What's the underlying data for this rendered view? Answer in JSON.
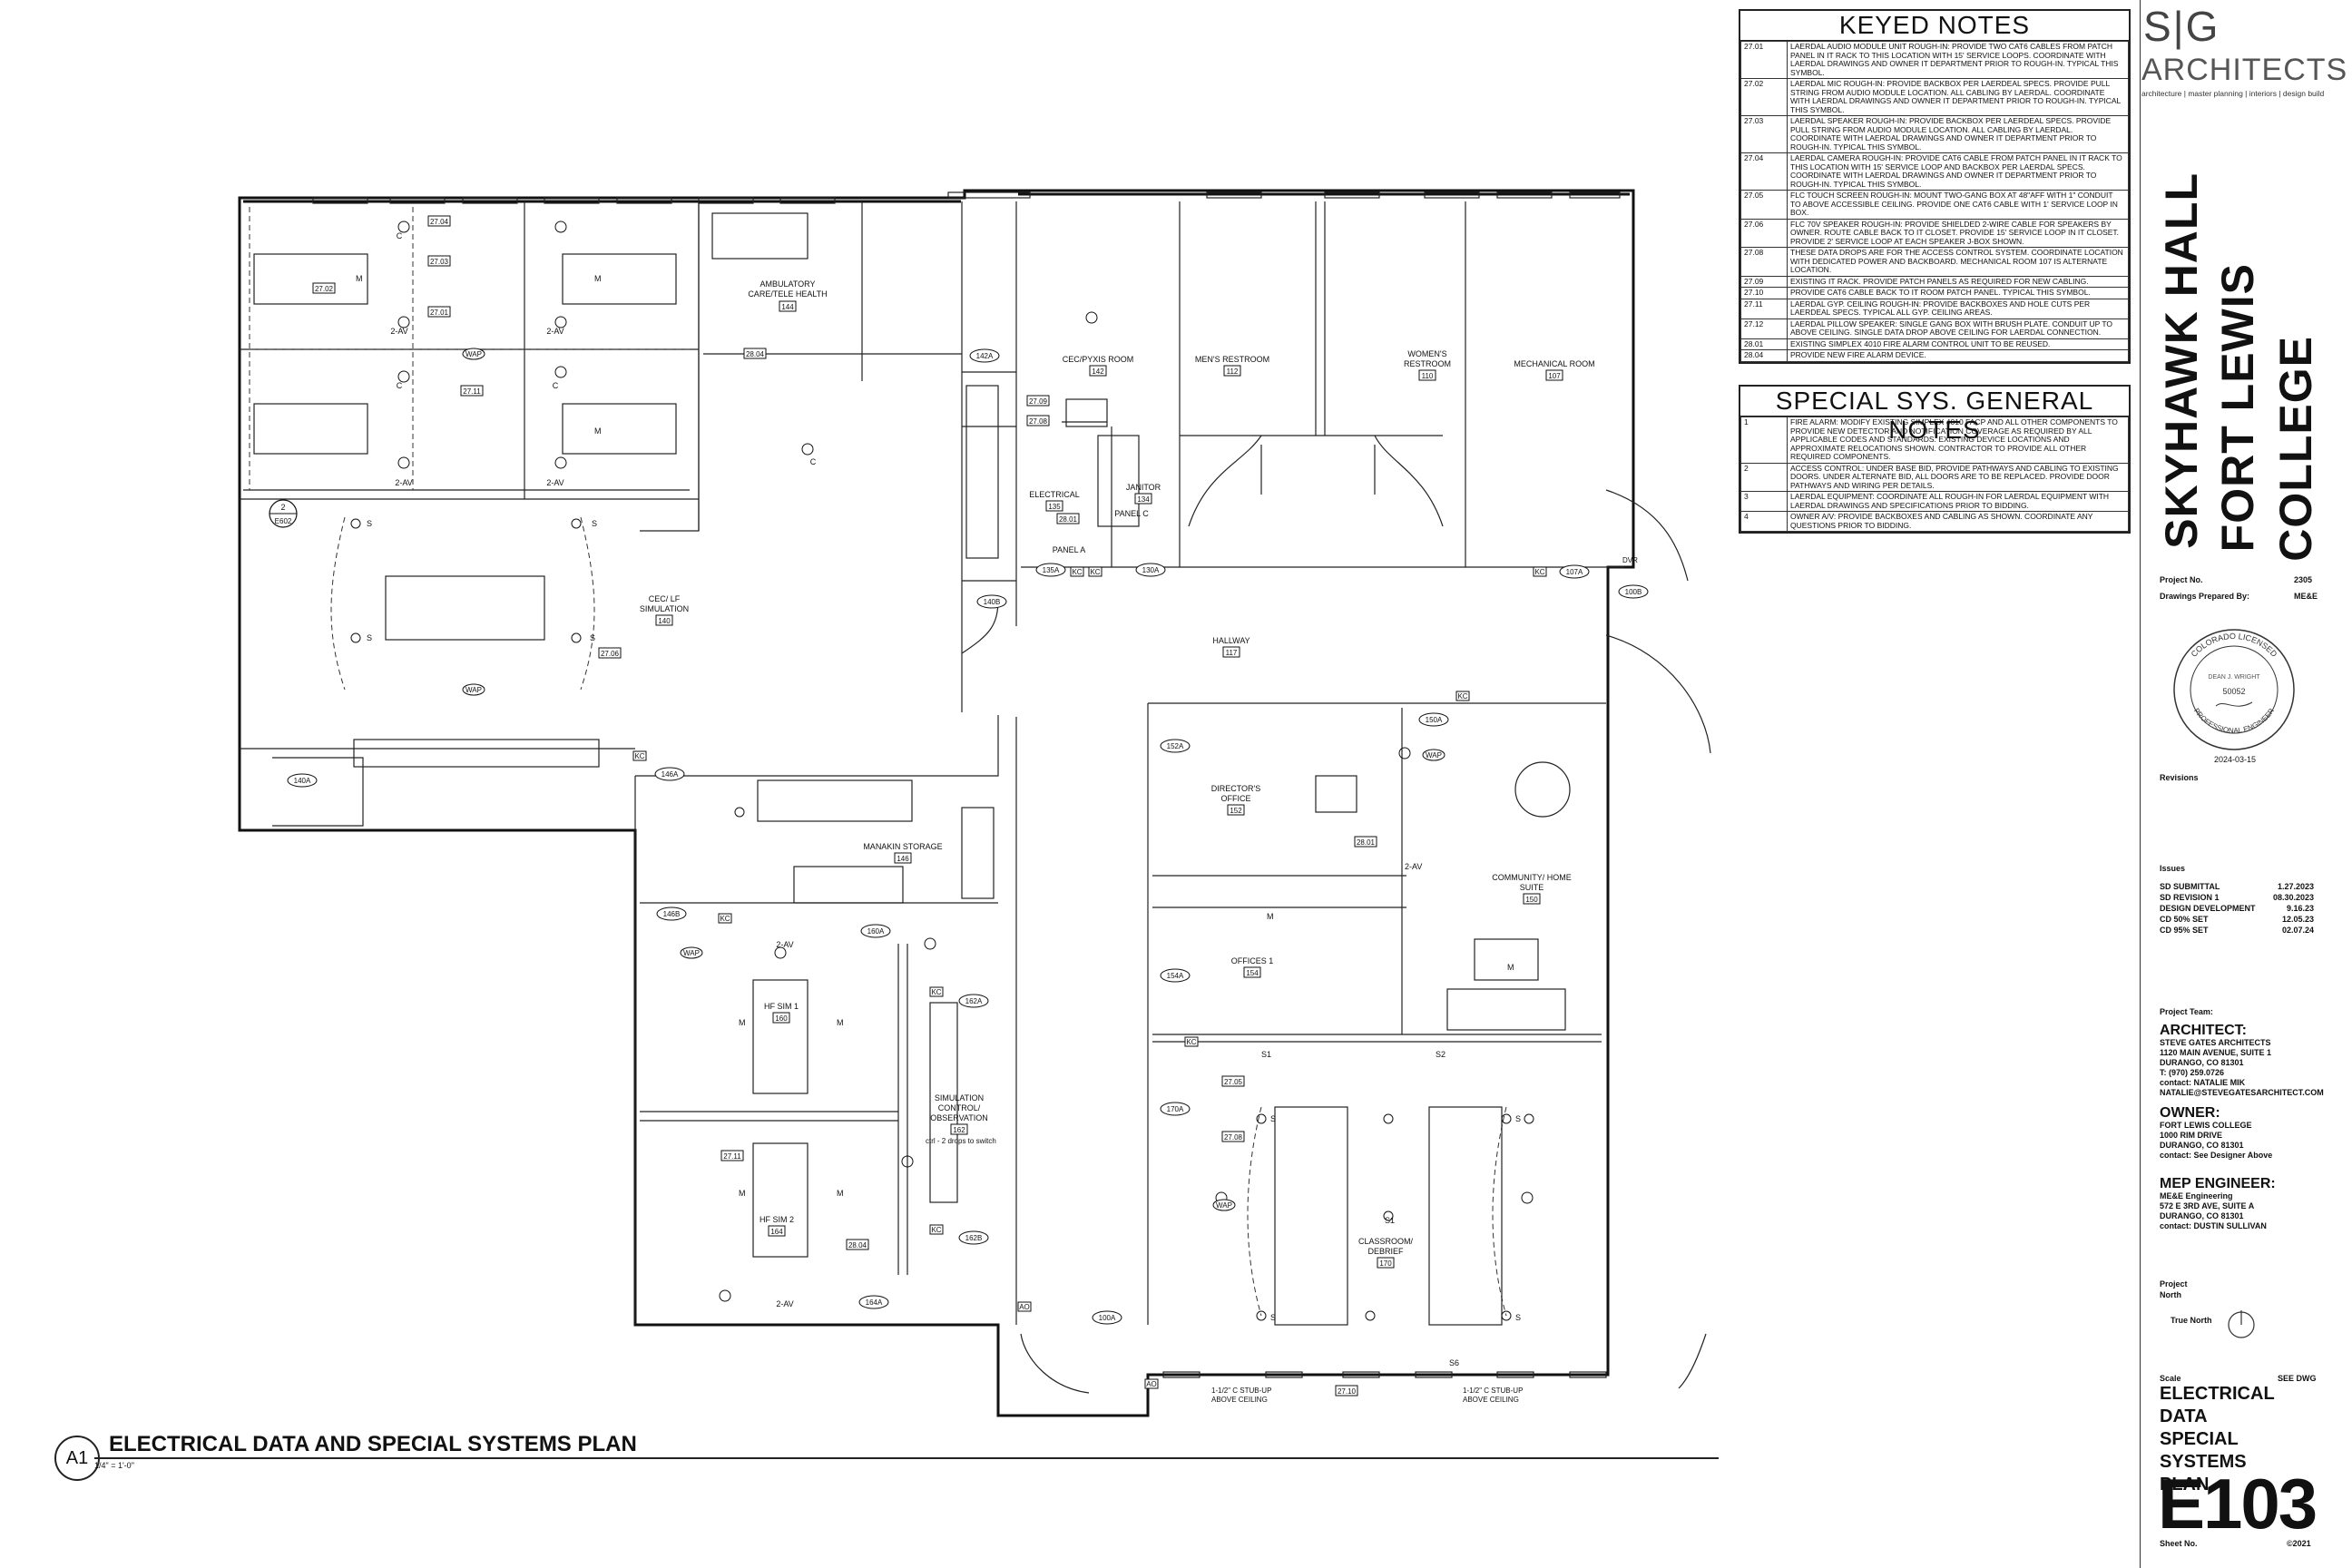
{
  "keyed_notes": {
    "title": "KEYED NOTES",
    "rows": [
      {
        "num": "27.01",
        "text": "LAERDAL AUDIO MODULE UNIT ROUGH-IN: PROVIDE TWO CAT6 CABLES FROM PATCH PANEL IN IT RACK TO THIS LOCATION WITH 15' SERVICE LOOPS. COORDINATE WITH LAERDAL DRAWINGS AND OWNER IT DEPARTMENT PRIOR TO ROUGH-IN. TYPICAL THIS SYMBOL."
      },
      {
        "num": "27.02",
        "text": "LAERDAL MIC ROUGH-IN: PROVIDE BACKBOX PER LAERDEAL SPECS. PROVIDE PULL STRING FROM AUDIO MODULE LOCATION. ALL CABLING BY LAERDAL. COORDINATE WITH LAERDAL DRAWINGS AND OWNER IT DEPARTMENT PRIOR TO ROUGH-IN. TYPICAL THIS SYMBOL."
      },
      {
        "num": "27.03",
        "text": "LAERDAL SPEAKER ROUGH-IN: PROVIDE BACKBOX PER LAERDEAL SPECS. PROVIDE PULL STRING FROM AUDIO MODULE LOCATION. ALL CABLING BY LAERDAL. COORDINATE WITH LAERDAL DRAWINGS AND OWNER IT DEPARTMENT PRIOR TO ROUGH-IN. TYPICAL THIS SYMBOL."
      },
      {
        "num": "27.04",
        "text": "LAERDAL CAMERA ROUGH-IN: PROVIDE CAT6 CABLE FROM PATCH PANEL IN IT RACK TO THIS LOCATION WITH 15' SERVICE LOOP AND BACKBOX PER LAERDAL SPECS. COORDINATE WITH LAERDAL DRAWINGS AND OWNER IT DEPARTMENT PRIOR TO ROUGH-IN. TYPICAL THIS SYMBOL."
      },
      {
        "num": "27.05",
        "text": "FLC TOUCH SCREEN ROUGH-IN: MOUNT TWO-GANG BOX AT 48\"AFF WITH 1\" CONDUIT TO ABOVE ACCESSIBLE CEILING. PROVIDE ONE CAT6 CABLE WITH 1' SERVICE LOOP IN BOX."
      },
      {
        "num": "27.06",
        "text": "FLC 70V SPEAKER ROUGH-IN: PROVIDE SHIELDED 2-WIRE CABLE FOR SPEAKERS BY OWNER. ROUTE CABLE BACK TO IT CLOSET. PROVIDE 15' SERVICE LOOP IN IT CLOSET. PROVIDE 2' SERVICE LOOP AT EACH SPEAKER J-BOX SHOWN."
      },
      {
        "num": "27.08",
        "text": "THESE DATA DROPS ARE FOR THE ACCESS CONTROL SYSTEM. COORDINATE LOCATION WITH DEDICATED POWER AND BACKBOARD. MECHANICAL ROOM 107 IS ALTERNATE LOCATION."
      },
      {
        "num": "27.09",
        "text": "EXISTING IT RACK. PROVIDE PATCH PANELS AS REQUIRED FOR NEW CABLING."
      },
      {
        "num": "27.10",
        "text": "PROVIDE CAT6 CABLE BACK TO IT ROOM PATCH PANEL. TYPICAL THIS SYMBOL."
      },
      {
        "num": "27.11",
        "text": "LAERDAL GYP. CEILING ROUGH-IN: PROVIDE BACKBOXES AND HOLE CUTS PER LAERDEAL SPECS. TYPICAL ALL GYP. CEILING AREAS."
      },
      {
        "num": "27.12",
        "text": "LAERDAL PILLOW SPEAKER: SINGLE GANG BOX WITH BRUSH PLATE. CONDUIT UP TO ABOVE CEILING. SINGLE DATA DROP ABOVE CEILING FOR LAERDAL CONNECTION."
      },
      {
        "num": "28.01",
        "text": "EXISTING SIMPLEX 4010 FIRE ALARM CONTROL UNIT TO BE REUSED."
      },
      {
        "num": "28.04",
        "text": "PROVIDE NEW FIRE ALARM DEVICE."
      }
    ]
  },
  "general_notes": {
    "title": "SPECIAL SYS. GENERAL NOTES",
    "rows": [
      {
        "num": "1",
        "text": "FIRE ALARM: MODIFY EXISTING SIMPLEX 4010 FACP AND ALL OTHER COMPONENTS TO PROVIDE NEW DETECTOR AND NOTIFICATION COVERAGE AS REQUIRED BY ALL APPLICABLE CODES AND STANDARDS. EXISTING DEVICE LOCATIONS AND APPROXIMATE RELOCATIONS SHOWN. CONTRACTOR TO PROVIDE ALL OTHER REQUIRED COMPONENTS."
      },
      {
        "num": "2",
        "text": "ACCESS CONTROL: UNDER BASE BID, PROVIDE PATHWAYS AND CABLING TO EXISTING DOORS. UNDER ALTERNATE BID, ALL DOORS ARE TO BE REPLACED. PROVIDE DOOR PATHWAYS AND WIRING PER DETAILS."
      },
      {
        "num": "3",
        "text": "LAERDAL EQUIPMENT: COORDINATE ALL ROUGH-IN FOR LAERDAL EQUIPMENT WITH LAERDAL DRAWINGS AND SPECIFICATIONS PRIOR TO BIDDING."
      },
      {
        "num": "4",
        "text": "OWNER A/V: PROVIDE BACKBOXES AND CABLING AS SHOWN. COORDINATE ANY QUESTIONS PRIOR TO BIDDING."
      }
    ]
  },
  "title_block": {
    "logo": "S|G",
    "firm": "ARCHITECTS",
    "tagline": "architecture | master planning | interiors | design build",
    "project_line1": "SKYHAWK HALL",
    "project_line2": "FORT LEWIS",
    "project_line3": "COLLEGE",
    "project_no_label": "Project No.",
    "project_no": "2305",
    "prepared_label": "Drawings Prepared By:",
    "prepared_by": "ME&E",
    "seal_text": "COLORADO LICENSED PROFESSIONAL ENGINEER",
    "seal_name": "DEAN J. WRIGHT",
    "seal_number": "50052",
    "seal_date": "2024-03-15",
    "revisions_label": "Revisions",
    "issues_label": "Issues",
    "issues": [
      {
        "name": "SD SUBMITTAL",
        "date": "1.27.2023"
      },
      {
        "name": "SD REVISION 1",
        "date": "08.30.2023"
      },
      {
        "name": "DESIGN DEVELOPMENT",
        "date": "9.16.23"
      },
      {
        "name": "CD 50% SET",
        "date": "12.05.23"
      },
      {
        "name": "CD 95% SET",
        "date": "02.07.24"
      }
    ],
    "team_label": "Project Team:",
    "architect_head": "ARCHITECT:",
    "architect_lines": [
      "STEVE GATES ARCHITECTS",
      "1120 MAIN AVENUE, SUITE 1",
      "DURANGO, CO 81301",
      "T: (970) 259.0726",
      "contact:   NATALIE MIK",
      "   NATALIE@STEVEGATESARCHITECT.COM"
    ],
    "owner_head": "OWNER:",
    "owner_lines": [
      "FORT LEWIS COLLEGE",
      "1000 RIM DRIVE",
      "DURANGO, CO 81301",
      "contact:   See Designer Above"
    ],
    "mep_head": "MEP ENGINEER:",
    "mep_lines": [
      "ME&E Engineering",
      "572 E 3RD AVE, SUITE A",
      "DURANGO, CO 81301",
      "contact:   DUSTIN SULLIVAN"
    ],
    "north_project": "Project",
    "north_north": "North",
    "true_north": "True North",
    "scale_label": "Scale",
    "scale_value": "SEE DWG",
    "sheet_title": [
      "ELECTRICAL",
      "DATA",
      "SPECIAL",
      "SYSTEMS",
      "PLAN"
    ],
    "sheet_number": "E103",
    "sheet_no_label": "Sheet No.",
    "copyright": "©2021"
  },
  "drawing": {
    "callout": "A1",
    "title": "ELECTRICAL DATA AND SPECIAL SYSTEMS PLAN",
    "scale": "1/4\" = 1'-0\""
  },
  "rooms": [
    {
      "name": "AMBULATORY CARE/TELE HEALTH",
      "num": "144"
    },
    {
      "name": "CEC/PYXIS ROOM",
      "num": "142"
    },
    {
      "name": "MEN'S RESTROOM",
      "num": "112"
    },
    {
      "name": "WOMEN'S RESTROOM",
      "num": "110"
    },
    {
      "name": "MECHANICAL ROOM",
      "num": "107"
    },
    {
      "name": "ELECTRICAL",
      "num": "135"
    },
    {
      "name": "JANITOR",
      "num": "134"
    },
    {
      "name": "CEC/ LF SIMULATION",
      "num": "140"
    },
    {
      "name": "HALLWAY",
      "num": "117"
    },
    {
      "name": "DIRECTOR'S OFFICE",
      "num": "152"
    },
    {
      "name": "COMMUNITY/ HOME SUITE",
      "num": "150"
    },
    {
      "name": "MANAKIN STORAGE",
      "num": "146"
    },
    {
      "name": "OFFICES 1",
      "num": "154"
    },
    {
      "name": "HF SIM 1",
      "num": "160"
    },
    {
      "name": "HF SIM 2",
      "num": "164"
    },
    {
      "name": "SIMULATION CONTROL/ OBSERVATION",
      "num": "162"
    },
    {
      "name": "CLASSROOM/ DEBRIEF",
      "num": "170"
    }
  ],
  "doors": [
    "142A",
    "140B",
    "135A",
    "130A",
    "107A",
    "100B",
    "150A",
    "152A",
    "146A",
    "140A",
    "146B",
    "160A",
    "162A",
    "154A",
    "170A",
    "162B",
    "164A",
    "100A"
  ],
  "labels": {
    "panel_a": "PANEL A",
    "panel_c": "PANEL C",
    "ctrl_note": "ctrl - 2 drops to switch",
    "stub1": "1-1/2\" C STUB-UP ABOVE CEILING",
    "stub2": "1-1/2\" C STUB-UP ABOVE CEILING",
    "section_tag_top": "2",
    "section_tag_bot": "E602",
    "wap": "WAP",
    "kc": "KC",
    "av": "2-AV",
    "s": "S",
    "m": "M",
    "c": "C",
    "s1": "S1",
    "s2": "S2",
    "s6": "S6",
    "dvr": "DVR"
  },
  "tags": [
    "27.04",
    "27.03",
    "27.01",
    "27.02",
    "27.11",
    "27.06",
    "28.04",
    "27.09",
    "27.08",
    "28.01",
    "28.01",
    "27.05",
    "27.08",
    "27.11",
    "28.04",
    "27.10"
  ]
}
